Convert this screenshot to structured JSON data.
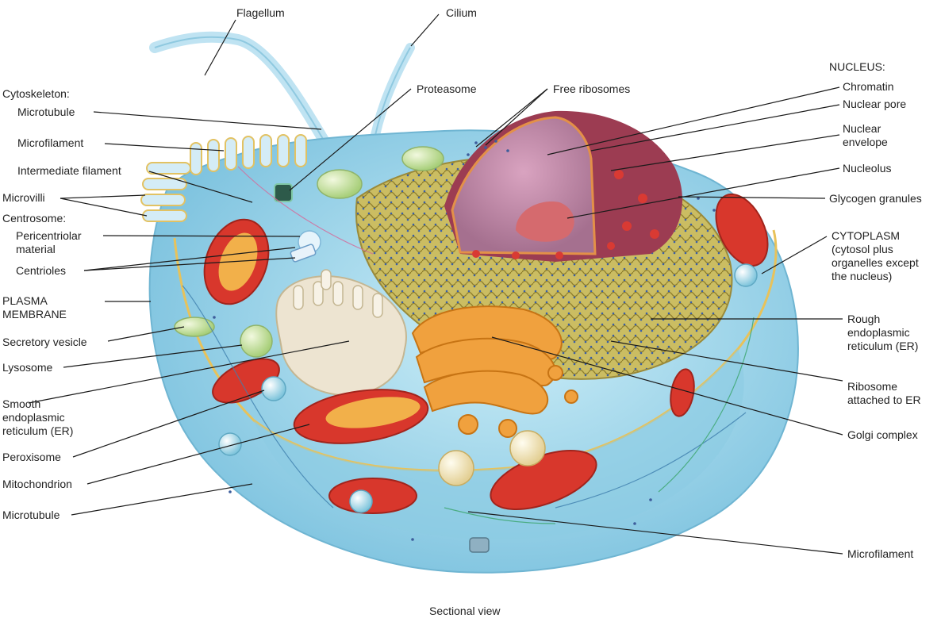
{
  "labels": {
    "flagellum": "Flagellum",
    "cilium": "Cilium",
    "proteasome": "Proteasome",
    "free_ribosomes": "Free ribosomes",
    "nucleus_heading": "NUCLEUS:",
    "chromatin": "Chromatin",
    "nuclear_pore": "Nuclear pore",
    "nuclear_envelope": "Nuclear\nenvelope",
    "nucleolus": "Nucleolus",
    "glycogen_granules": "Glycogen granules",
    "cytoplasm": "CYTOPLASM\n(cytosol plus\norganelles except\nthe nucleus)",
    "rough_er": "Rough\nendoplasmic\nreticulum (ER)",
    "ribosome_attached": "Ribosome\nattached to ER",
    "golgi_complex": "Golgi complex",
    "microfilament_bottom": "Microfilament",
    "cytoskeleton_heading": "Cytoskeleton:",
    "microtubule_top": "Microtubule",
    "microfilament_top": "Microfilament",
    "intermediate_filament": "Intermediate filament",
    "microvilli": "Microvilli",
    "centrosome_heading": "Centrosome:",
    "pericentriolar_material": "Pericentriolar\nmaterial",
    "centrioles": "Centrioles",
    "plasma_membrane": "PLASMA\nMEMBRANE",
    "secretory_vesicle": "Secretory vesicle",
    "lysosome": "Lysosome",
    "smooth_er": "Smooth\nendoplasmic\nreticulum (ER)",
    "peroxisome": "Peroxisome",
    "mitochondrion": "Mitochondrion",
    "microtubule_bottom": "Microtubule",
    "caption": "Sectional view"
  },
  "colors": {
    "cytoplasm": "#a9d9ec",
    "membrane": "#e9c25a",
    "nucleus": "#b04a5e",
    "chromatin": "#c48aa8",
    "er": "#c9b35a",
    "golgi": "#f0a040",
    "mitochondrion": "#d8372c",
    "smooth_er": "#ece4d2",
    "lysosome": "#c8e3a4",
    "peroxisome": "#8fcfe2"
  }
}
